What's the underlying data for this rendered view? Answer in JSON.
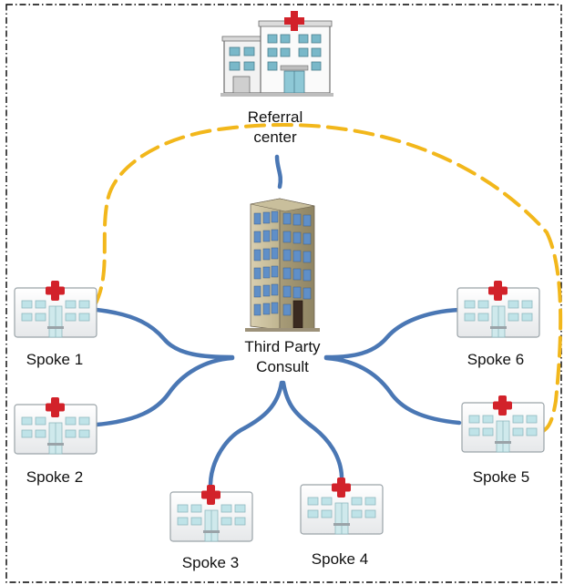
{
  "referral": {
    "line1": "Referral",
    "line2": "center"
  },
  "hub": {
    "line1": "Third Party",
    "line2": "Consult"
  },
  "spokes": {
    "s1": "Spoke 1",
    "s2": "Spoke 2",
    "s3": "Spoke 3",
    "s4": "Spoke 4",
    "s5": "Spoke 5",
    "s6": "Spoke 6"
  },
  "colors": {
    "spoke_link": "#4a77b4",
    "referral_link": "#f2b71b",
    "frame": "#000000",
    "cross": "#d2222a",
    "window": "#bfe3e8"
  },
  "icons": {
    "referral": "hospital-building-icon",
    "hub": "office-tower-icon",
    "spoke": "clinic-building-icon"
  }
}
